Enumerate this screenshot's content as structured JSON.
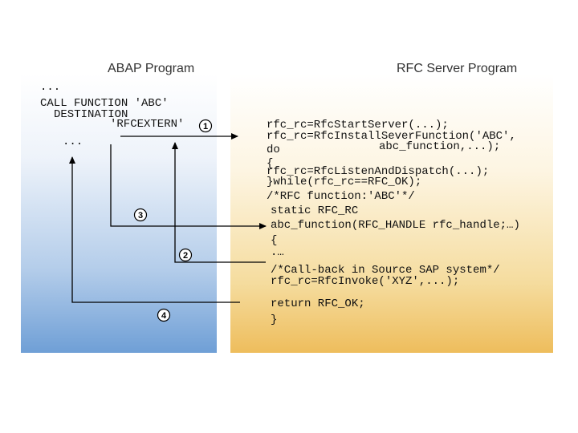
{
  "headings": {
    "abap": "ABAP Program",
    "rfc": "RFC Server Program"
  },
  "abap_code": {
    "dots_top": "...",
    "call": "CALL FUNCTION 'ABC'",
    "destination": "DESTINATION",
    "rfcextern": "'RFCEXTERN'",
    "dots_mid": "..."
  },
  "server_code": {
    "l1": "rfc_rc=RfcStartServer(...);",
    "l2": "rfc_rc=RfcInstallSeverFunction('ABC',",
    "l3": "abc_function,...);",
    "l4": "do",
    "l5": "{",
    "l6": "rfc_rc=RfcListenAndDispatch(...);",
    "l7": "}while(rfc_rc==RFC_OK);",
    "l8": "/*RFC function:'ABC'*/",
    "l9": "static RFC_RC",
    "l10": "abc_function(RFC_HANDLE rfc_handle;…)",
    "l11": "{",
    "l12": ".…",
    "l13": "/*Call-back in Source SAP system*/",
    "l14": "rfc_rc=RfcInvoke('XYZ',...);",
    "l15": "return RFC_OK;",
    "l16": "}"
  },
  "steps": [
    "1",
    "2",
    "3",
    "4"
  ],
  "colors": {
    "abap_panel": "#6f9fd6",
    "rfc_panel": "#eebd5c",
    "arrow": "#000000"
  }
}
